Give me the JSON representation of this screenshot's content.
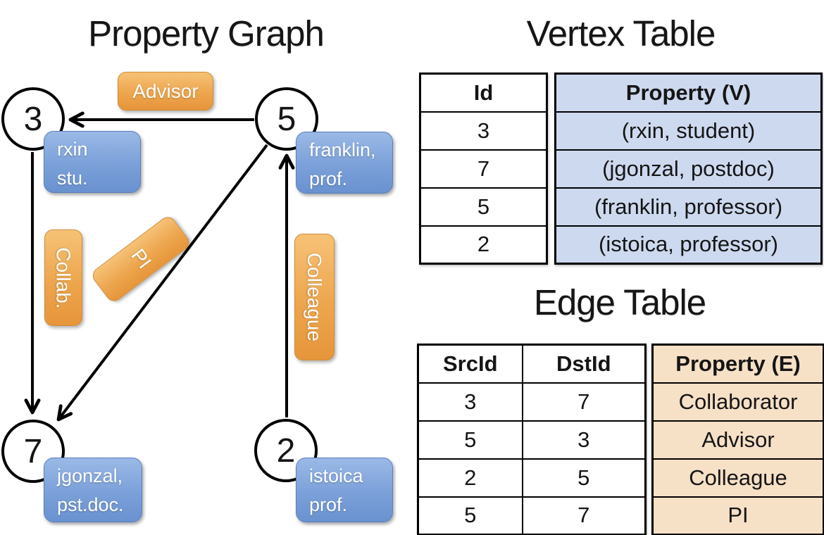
{
  "colors": {
    "node-blue-top": "#9ab9e6",
    "node-blue-bottom": "#6a92d0",
    "edge-orange-top": "#f6c277",
    "edge-orange-bottom": "#e6953a",
    "vertex-cell-bg": "#cdd9ef",
    "edge-cell-bg": "#f6e0c6",
    "line-color": "#000000"
  },
  "graph": {
    "title": "Property Graph",
    "vertices": [
      {
        "id": "3",
        "line1": "rxin",
        "line2": "stu."
      },
      {
        "id": "5",
        "line1": "franklin,",
        "line2": "prof."
      },
      {
        "id": "7",
        "line1": "jgonzal,",
        "line2": "pst.doc."
      },
      {
        "id": "2",
        "line1": "istoica",
        "line2": "prof."
      }
    ],
    "edges": [
      {
        "label": "Advisor",
        "from": "5",
        "to": "3"
      },
      {
        "label": "Collab.",
        "from": "3",
        "to": "7"
      },
      {
        "label": "PI",
        "from": "5",
        "to": "7"
      },
      {
        "label": "Colleague",
        "from": "2",
        "to": "5"
      }
    ]
  },
  "vertex_table": {
    "title": "Vertex Table",
    "columns": [
      "Id",
      "Property (V)"
    ],
    "rows": [
      [
        "3",
        "(rxin, student)"
      ],
      [
        "7",
        "(jgonzal, postdoc)"
      ],
      [
        "5",
        "(franklin, professor)"
      ],
      [
        "2",
        "(istoica, professor)"
      ]
    ]
  },
  "edge_table": {
    "title": "Edge Table",
    "columns": [
      "SrcId",
      "DstId",
      "Property (E)"
    ],
    "rows": [
      [
        "3",
        "7",
        "Collaborator"
      ],
      [
        "5",
        "3",
        "Advisor"
      ],
      [
        "2",
        "5",
        "Colleague"
      ],
      [
        "5",
        "7",
        "PI"
      ]
    ]
  }
}
